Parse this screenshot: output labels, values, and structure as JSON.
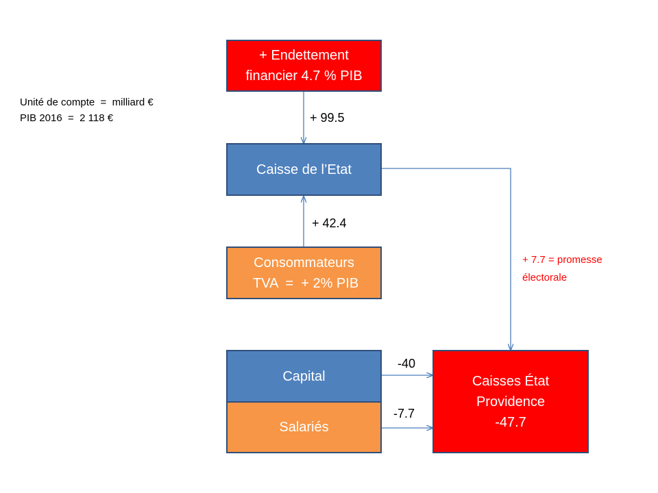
{
  "notes": {
    "unit": "Unité de compte  =  milliard €",
    "gdp": "PIB 2016  =  2 118 €"
  },
  "boxes": {
    "debt": [
      "+ Endettement",
      "financier 4.7 % PIB"
    ],
    "treasury": [
      "Caisse de l’Etat"
    ],
    "consumers": [
      "Consommateurs",
      " TVA  =  + 2% PIB"
    ],
    "capital": [
      "Capital"
    ],
    "employees": [
      "Salariés"
    ],
    "welfare": [
      "Caisses État",
      "Providence",
      "-47.7"
    ]
  },
  "flows": {
    "debt_to_treasury": "+ 99.5",
    "consumers_to_treasury": "+ 42.4",
    "capital_to_welfare": "-40",
    "employees_to_welfare": "-7.7",
    "treasury_to_welfare": [
      "+ 7.7 = promesse",
      "électorale"
    ]
  },
  "colors": {
    "red": "#ff0000",
    "blue": "#4f81bd",
    "orange": "#f79646",
    "border": "#2f4f7a",
    "arrow": "#4a7ebb"
  }
}
